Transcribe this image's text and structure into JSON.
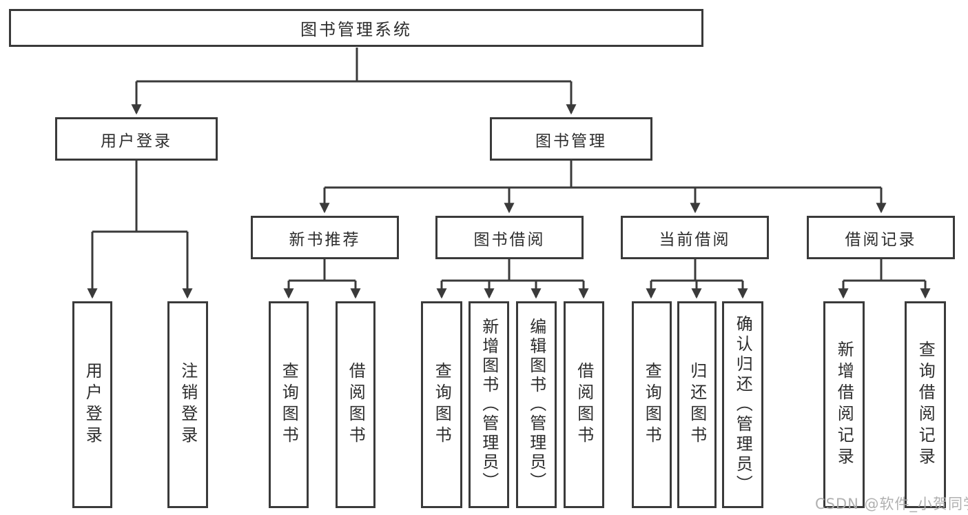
{
  "diagram": {
    "root": {
      "label": "图书管理系统"
    },
    "branches": [
      {
        "label": "用户登录",
        "children": [
          {
            "label": "用户登录"
          },
          {
            "label": "注销登录"
          }
        ]
      },
      {
        "label": "图书管理",
        "children": [
          {
            "label": "新书推荐",
            "children": [
              {
                "label": "查询图书"
              },
              {
                "label": "借阅图书"
              }
            ]
          },
          {
            "label": "图书借阅",
            "children": [
              {
                "label": "查询图书"
              },
              {
                "label": "新增图书（管理员）"
              },
              {
                "label": "编辑图书（管理员）"
              },
              {
                "label": "借阅图书"
              }
            ]
          },
          {
            "label": "当前借阅",
            "children": [
              {
                "label": "查询图书"
              },
              {
                "label": "归还图书"
              },
              {
                "label": "确认归还（管理员）"
              }
            ]
          },
          {
            "label": "借阅记录",
            "children": [
              {
                "label": "新增借阅记录"
              },
              {
                "label": "查询借阅记录"
              }
            ]
          }
        ]
      }
    ]
  },
  "watermark": {
    "text": "CSDN @软件_小贺同学"
  },
  "colors": {
    "line": "#3a3a3a",
    "text": "#2d2d2d",
    "box_background": "#ffffff",
    "page_background": "#ffffff",
    "watermark": "#acacac"
  }
}
